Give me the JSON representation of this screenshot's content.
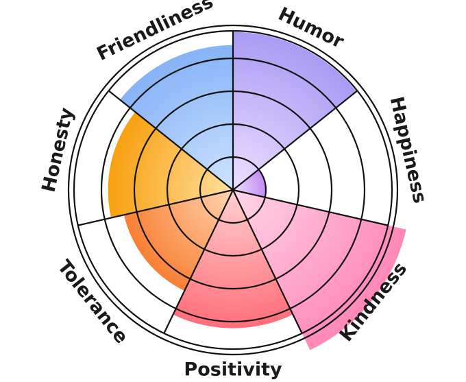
{
  "chart_data": {
    "type": "radial-bar",
    "title": "",
    "categories": [
      "Humor",
      "Happiness",
      "Kindness",
      "Positivity",
      "Tolerance",
      "Honesty",
      "Friendliness"
    ],
    "values": [
      4.8,
      1.0,
      5.4,
      4.2,
      3.4,
      3.8,
      4.4
    ],
    "scale_max": 5,
    "rings": 5,
    "colors": {
      "Humor": [
        "#eee0ff",
        "#a99bf4"
      ],
      "Happiness": [
        "#eee0ff",
        "#c28cf2"
      ],
      "Kindness": [
        "#ffd6e8",
        "#ff88b8"
      ],
      "Positivity": [
        "#ffd0d0",
        "#ff6f7a"
      ],
      "Tolerance": [
        "#ffd6b0",
        "#f97f34"
      ],
      "Honesty": [
        "#ffe0a0",
        "#f8a010"
      ],
      "Friendliness": [
        "#cfe3ff",
        "#86b3f6"
      ]
    }
  }
}
